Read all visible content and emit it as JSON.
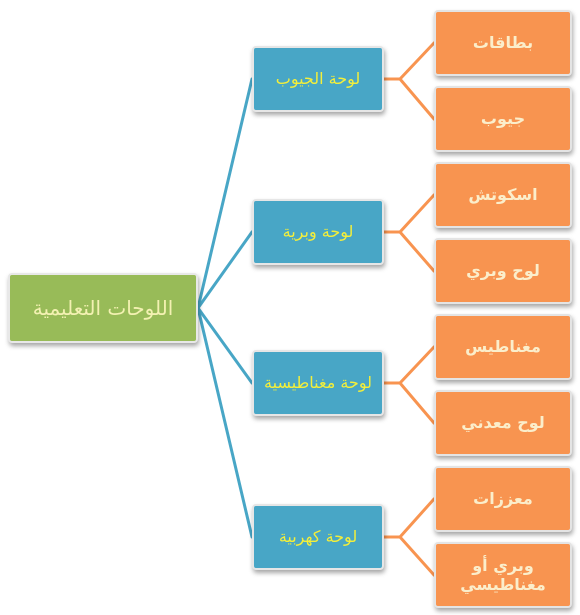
{
  "root": {
    "label": "اللوحات التعليمية"
  },
  "colors": {
    "root_fill": "#98bb58",
    "category_fill": "#48a6c6",
    "leaf_fill": "#f89450",
    "root_connector": "#48a6c6",
    "leaf_connector": "#f89450"
  },
  "categories": [
    {
      "label": "لوحة الجيوب",
      "children": [
        "بطاقات",
        "جيوب"
      ]
    },
    {
      "label": "لوحة وبرية",
      "children": [
        "اسكوتش",
        "لوح وبري"
      ]
    },
    {
      "label": "لوحة مغناطيسية",
      "children": [
        "مغناطيس",
        "لوح معدني"
      ]
    },
    {
      "label": "لوحة كهربية",
      "children": [
        "معززات",
        "وبري أو مغناطيسي"
      ]
    }
  ]
}
